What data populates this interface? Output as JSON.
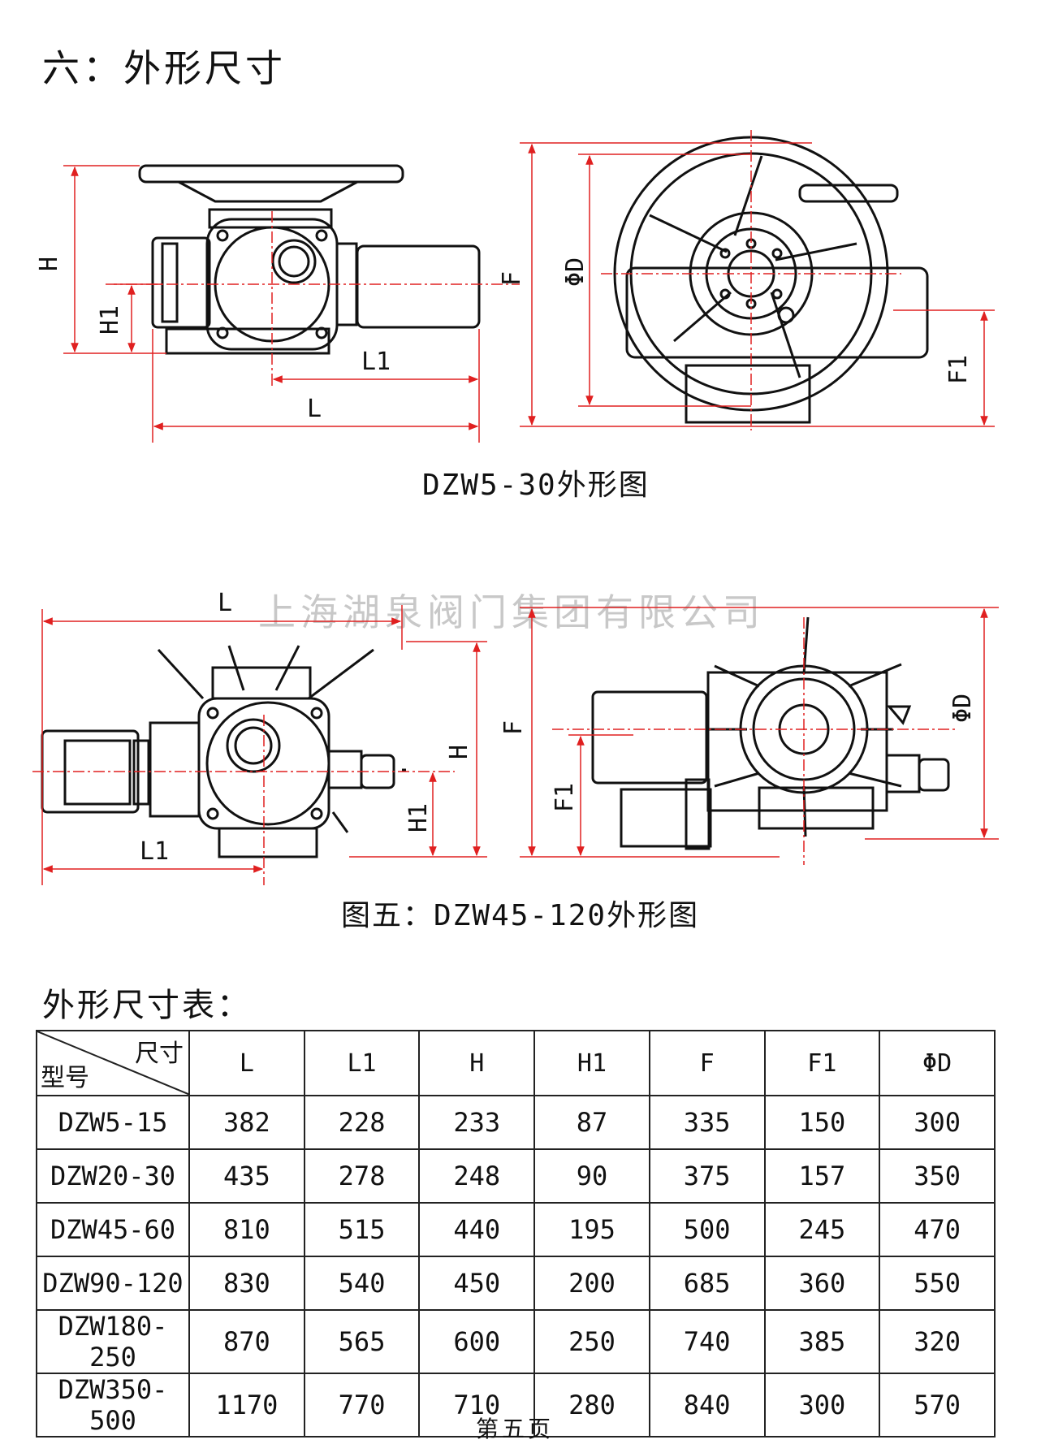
{
  "page": {
    "section_title": "六：外形尺寸",
    "watermark": "上海湖泉阀门集团有限公司",
    "page_number": "第五页"
  },
  "figure1": {
    "caption": "DZW5-30外形图",
    "labels": {
      "H": "H",
      "H1": "H1",
      "L1": "L1",
      "L": "L",
      "F": "F",
      "phiD": "ΦD",
      "F1": "F1"
    }
  },
  "figure2": {
    "caption": "图五：DZW45-120外形图",
    "labels": {
      "L": "L",
      "L1": "L1",
      "H": "H",
      "H1": "H1",
      "F": "F",
      "F1": "F1",
      "phiD": "ΦD"
    }
  },
  "table": {
    "title": "外形尺寸表：",
    "corner_top": "尺寸",
    "corner_bottom": "型号",
    "columns": [
      "L",
      "L1",
      "H",
      "H1",
      "F",
      "F1",
      "ΦD"
    ],
    "rows": [
      {
        "model": "DZW5-15",
        "values": [
          "382",
          "228",
          "233",
          "87",
          "335",
          "150",
          "300"
        ]
      },
      {
        "model": "DZW20-30",
        "values": [
          "435",
          "278",
          "248",
          "90",
          "375",
          "157",
          "350"
        ]
      },
      {
        "model": "DZW45-60",
        "values": [
          "810",
          "515",
          "440",
          "195",
          "500",
          "245",
          "470"
        ]
      },
      {
        "model": "DZW90-120",
        "values": [
          "830",
          "540",
          "450",
          "200",
          "685",
          "360",
          "550"
        ]
      },
      {
        "model": "DZW180-250",
        "values": [
          "870",
          "565",
          "600",
          "250",
          "740",
          "385",
          "320"
        ]
      },
      {
        "model": "DZW350-500",
        "values": [
          "1170",
          "770",
          "710",
          "280",
          "840",
          "300",
          "570"
        ]
      }
    ]
  },
  "colors": {
    "dimension_line": "#e02020",
    "drawing": "#111111"
  }
}
